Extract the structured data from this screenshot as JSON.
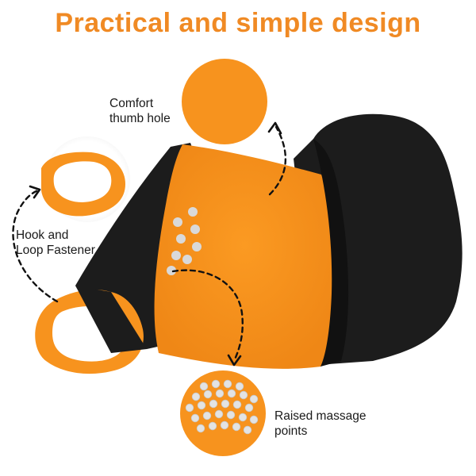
{
  "title": "Practical and simple design",
  "labels": {
    "thumb_hole": [
      "Comfort",
      "thumb hole"
    ],
    "hook_loop": [
      "Hook and",
      "Loop Fastener"
    ],
    "massage_points": [
      "Raised massage",
      "points"
    ]
  },
  "colors": {
    "orange": "#f7931e",
    "orange_dark": "#e07f15",
    "black": "#1b1b1b",
    "dot": "#d9d9d9",
    "text": "#1a1a1a",
    "title": "#f08a24"
  }
}
